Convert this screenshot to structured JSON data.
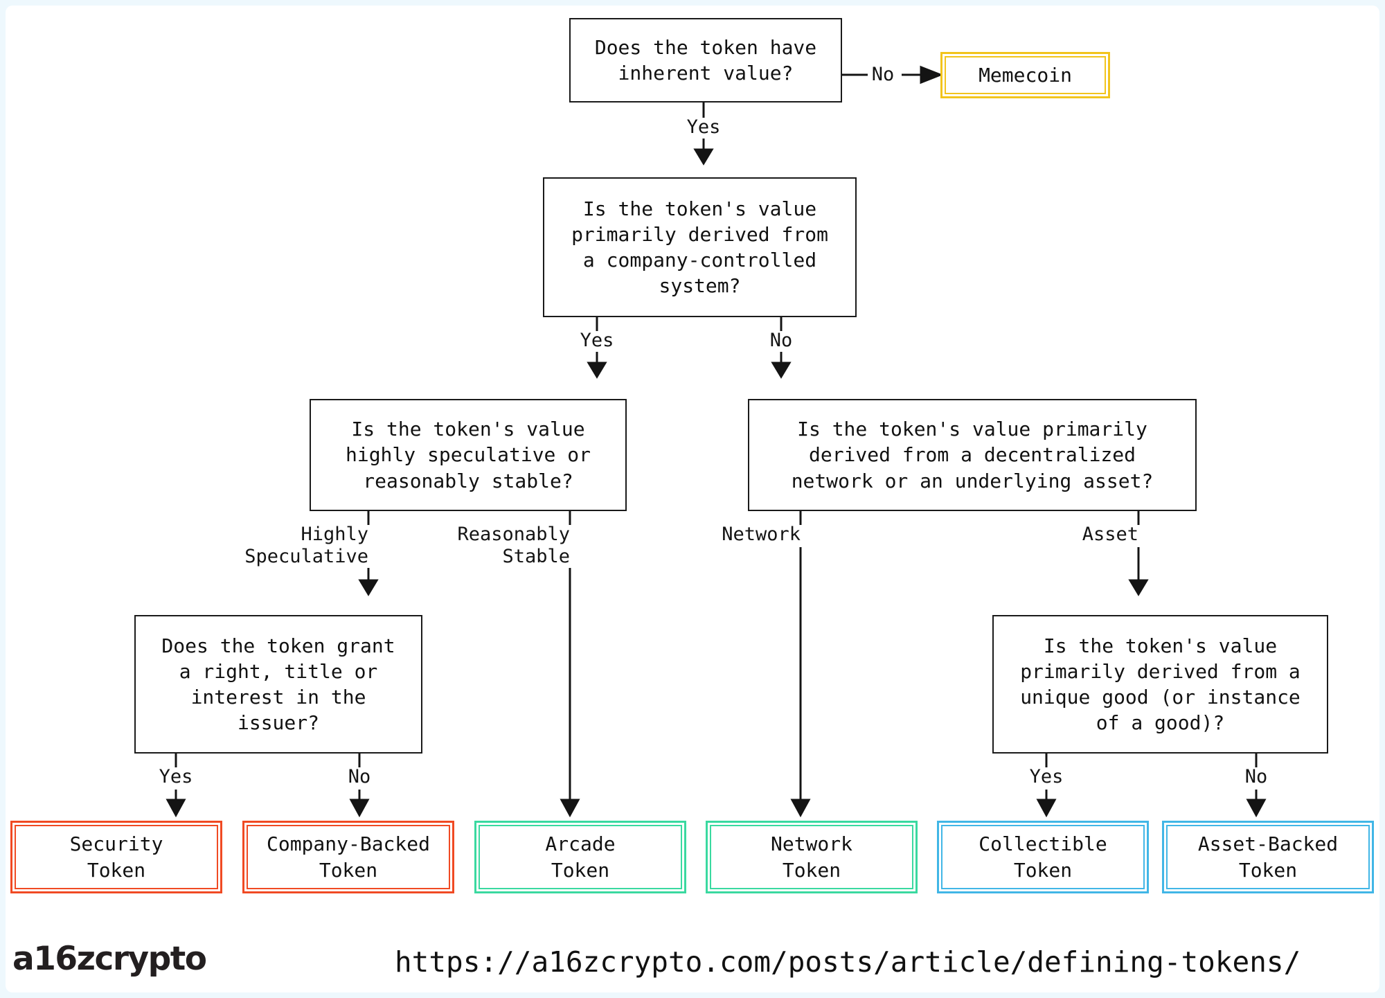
{
  "diagram": {
    "title": "Token classification decision tree",
    "nodes": {
      "q_inherent_value": "Does the token have\ninherent value?",
      "q_company_controlled": "Is the token's value\nprimarily derived from\na company-controlled\nsystem?",
      "q_speculative_stable": "Is the token's value\nhighly speculative or\nreasonably stable?",
      "q_network_asset": "Is the token's value primarily\nderived from a decentralized\nnetwork or an underlying asset?",
      "q_right_title_interest": "Does the token grant\na right, title or\ninterest in the\nissuer?",
      "q_unique_good": "Is the token's value\nprimarily derived from a\nunique good (or instance\nof a good)?"
    },
    "outcomes": [
      {
        "id": "memecoin",
        "label": "Memecoin",
        "color": "#f2c41c"
      },
      {
        "id": "security-token",
        "label": "Security\nToken",
        "color": "#f04a23"
      },
      {
        "id": "company-backed-token",
        "label": "Company-Backed\nToken",
        "color": "#f04a23"
      },
      {
        "id": "arcade-token",
        "label": "Arcade\nToken",
        "color": "#3ad9a0"
      },
      {
        "id": "network-token",
        "label": "Network\nToken",
        "color": "#3ad9a0"
      },
      {
        "id": "collectible-token",
        "label": "Collectible\nToken",
        "color": "#41b6e6"
      },
      {
        "id": "asset-backed-token",
        "label": "Asset-Backed\nToken",
        "color": "#41b6e6"
      }
    ],
    "edge_labels": {
      "root_no": "No",
      "root_yes": "Yes",
      "company_yes": "Yes",
      "company_no": "No",
      "highly_speculative": "Highly\nSpeculative",
      "reasonably_stable": "Reasonably\nStable",
      "network": "Network",
      "asset": "Asset",
      "issuer_yes": "Yes",
      "issuer_no": "No",
      "unique_yes": "Yes",
      "unique_no": "No"
    }
  },
  "footer": {
    "logo": "a16zcrypto",
    "url": "https://a16zcrypto.com/posts/article/defining-tokens/"
  }
}
